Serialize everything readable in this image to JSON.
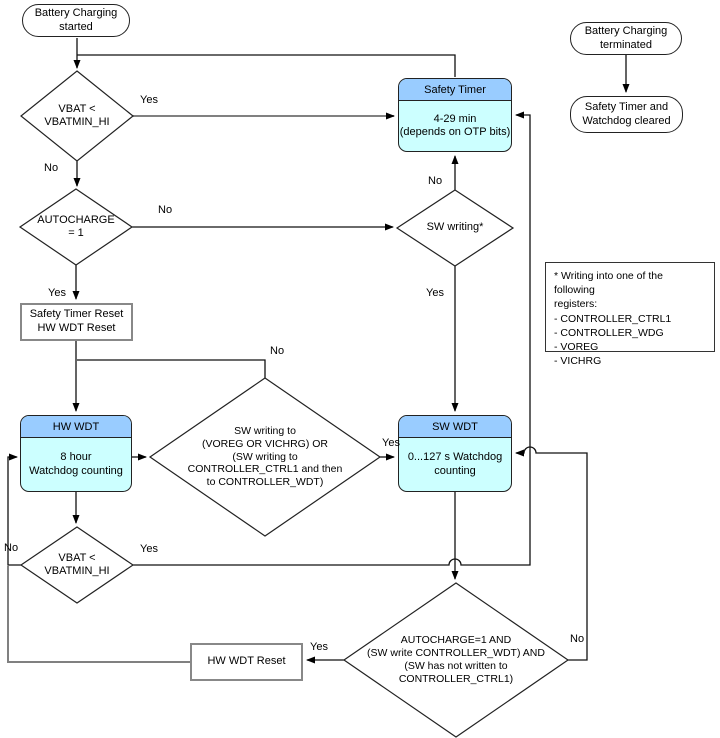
{
  "nodes": {
    "start": "Battery Charging\nstarted",
    "terminated": "Battery Charging\nterminated",
    "cleared": "Safety Timer and\nWatchdog cleared",
    "vbat_top": "VBAT <\nVBATMIN_HI",
    "autocharge": "AUTOCHARGE\n= 1",
    "safety_reset": "Safety Timer Reset\nHW WDT Reset",
    "hw_wdt_header": "HW WDT",
    "hw_wdt_body": "8 hour\nWatchdog counting",
    "write_check": "SW writing to\n(VOREG OR VICHRG) OR\n(SW writing to\nCONTROLLER_CTRL1 and then\nto CONTROLLER_WDT)",
    "sw_writing": "SW writing*",
    "safety_timer_header": "Safety Timer",
    "safety_timer_body": "4-29 min\n(depends on OTP bits)",
    "sw_wdt_header": "SW WDT",
    "sw_wdt_body": "0...127 s Watchdog\ncounting",
    "note": "* Writing into one of the following\nregisters:\n- CONTROLLER_CTRL1\n- CONTROLLER_WDG\n- VOREG\n- VICHRG",
    "vbat_bottom": "VBAT <\nVBATMIN_HI",
    "autocharge_wdt": "AUTOCHARGE=1 AND\n(SW write CONTROLLER_WDT) AND\n(SW has not written to\nCONTROLLER_CTRL1)",
    "hw_wdt_reset": "HW WDT Reset"
  },
  "labels": {
    "vbat_top_yes": "Yes",
    "vbat_top_no": "No",
    "autocharge_no": "No",
    "autocharge_yes": "Yes",
    "write_check_no": "No",
    "write_check_yes": "Yes",
    "sw_writing_no": "No",
    "sw_writing_yes": "Yes",
    "vbat_bottom_no": "No",
    "vbat_bottom_yes": "Yes",
    "autocharge_wdt_yes": "Yes",
    "autocharge_wdt_no": "No"
  },
  "colors": {
    "header_fill": "#99CCFF",
    "body_fill": "#CCFFFF",
    "line": "#000000",
    "gray_line": "#808080"
  }
}
